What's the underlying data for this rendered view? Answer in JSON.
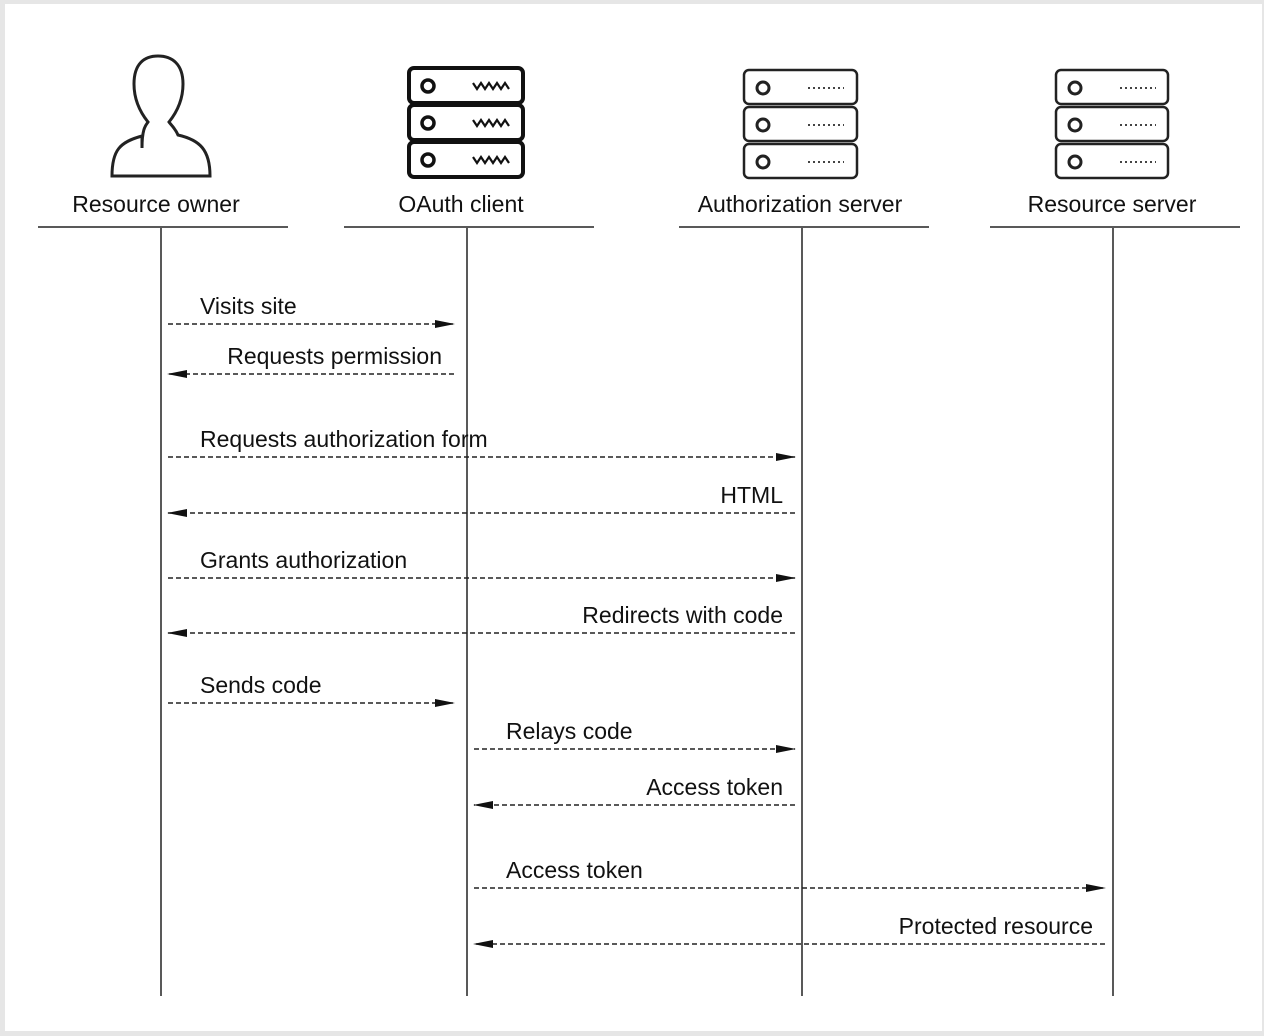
{
  "participants": [
    {
      "id": "owner",
      "label": "Resource owner",
      "icon": "person-icon"
    },
    {
      "id": "client",
      "label": "OAuth client",
      "icon": "server-icon"
    },
    {
      "id": "auth",
      "label": "Authorization server",
      "icon": "server-icon"
    },
    {
      "id": "resource",
      "label": "Resource server",
      "icon": "server-icon"
    }
  ],
  "messages": [
    {
      "from": "owner",
      "to": "client",
      "label": "Visits site"
    },
    {
      "from": "client",
      "to": "owner",
      "label": "Requests permission"
    },
    {
      "from": "owner",
      "to": "auth",
      "label": "Requests authorization form"
    },
    {
      "from": "auth",
      "to": "owner",
      "label": "HTML"
    },
    {
      "from": "owner",
      "to": "auth",
      "label": "Grants authorization"
    },
    {
      "from": "auth",
      "to": "owner",
      "label": "Redirects with code"
    },
    {
      "from": "owner",
      "to": "client",
      "label": "Sends code"
    },
    {
      "from": "client",
      "to": "auth",
      "label": "Relays code"
    },
    {
      "from": "auth",
      "to": "client",
      "label": "Access token"
    },
    {
      "from": "client",
      "to": "resource",
      "label": "Access token"
    },
    {
      "from": "resource",
      "to": "client",
      "label": "Protected resource"
    }
  ],
  "colors": {
    "line": "#222222",
    "text": "#111111",
    "background": "#ffffff"
  }
}
